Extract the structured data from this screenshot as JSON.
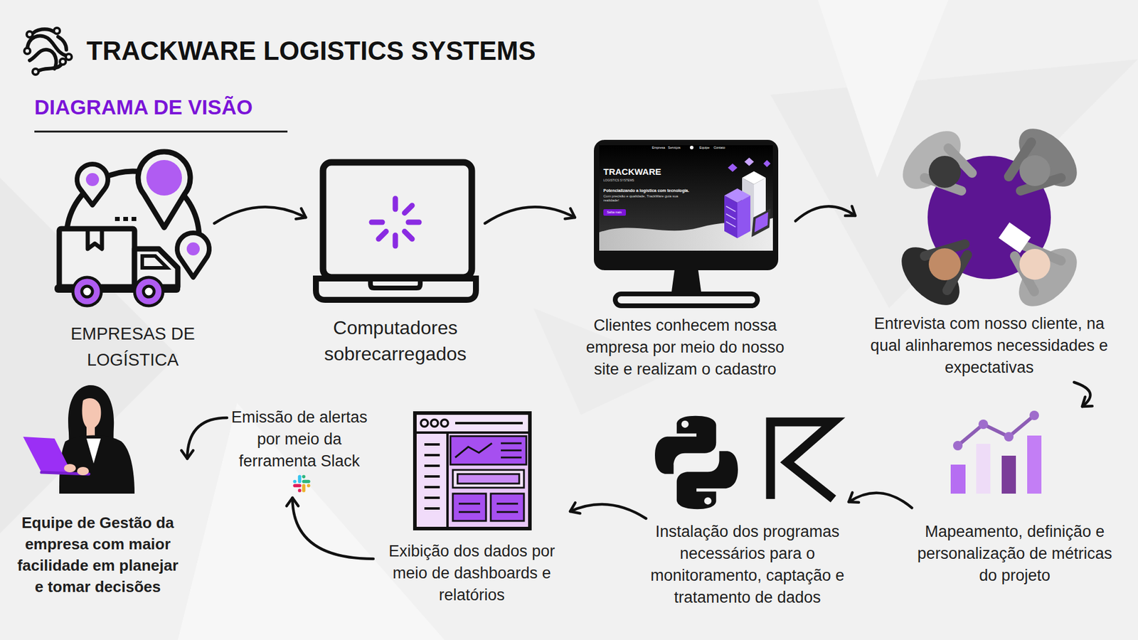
{
  "diagram": {
    "title": "TRACKWARE LOGISTICS SYSTEMS",
    "nodes": [
      {
        "text": [
          "EMPRESAS DE LOGÍSTICA"
        ]
      },
      {
        "text": [
          "Computadores sobrecarregados"
        ]
      },
      {
        "text": [
          "Clientes conhecem nossa empresa por meio do nosso site e realizam o cadastro"
        ]
      },
      {
        "text": [
          "Entrevista com nosso cliente, na qual alinharemos necessidades e expectativas"
        ]
      },
      {
        "text": [
          "Equipe de Gestão da empresa com maior facilidade em planejar e tomar decisões"
        ]
      },
      {
        "text": [
          "Emissão de alertas por meio da ferramenta Slack"
        ]
      },
      {
        "text": [
          "Exibição dos dados por meio de dashboards e relatórios"
        ]
      },
      {
        "text": [
          "Instalação dos programas necessários para o monitoramento, captação e tratamento de dados"
        ]
      },
      {
        "text": [
          "Mapeamento, definição e personalização de métricas do projeto"
        ]
      }
    ],
    "edges": [
      {
        "from": 0,
        "to": 1,
        "arrow": "to"
      },
      {
        "from": 1,
        "to": 2,
        "arrow": "to"
      },
      {
        "from": 2,
        "to": 3,
        "arrow": "to"
      },
      {
        "from": 3,
        "to": 8,
        "arrow": "to"
      },
      {
        "from": 8,
        "to": 7,
        "arrow": "to"
      },
      {
        "from": 7,
        "to": 6,
        "arrow": "to"
      },
      {
        "from": 6,
        "to": 5,
        "arrow": "to"
      },
      {
        "from": 5,
        "to": 4,
        "arrow": "to"
      }
    ],
    "labels": [
      "DIAGRAMA DE VISÃO",
      "Empresa",
      "Serviços",
      "Equipe",
      "Contato",
      "TRACKWARE",
      "LOGISTICS SYSTEMS",
      "Potencializando a logística com tecnologia.",
      "Com precisão e qualidade, TrackWare guia sua realidade!",
      "Saiba mais"
    ]
  }
}
